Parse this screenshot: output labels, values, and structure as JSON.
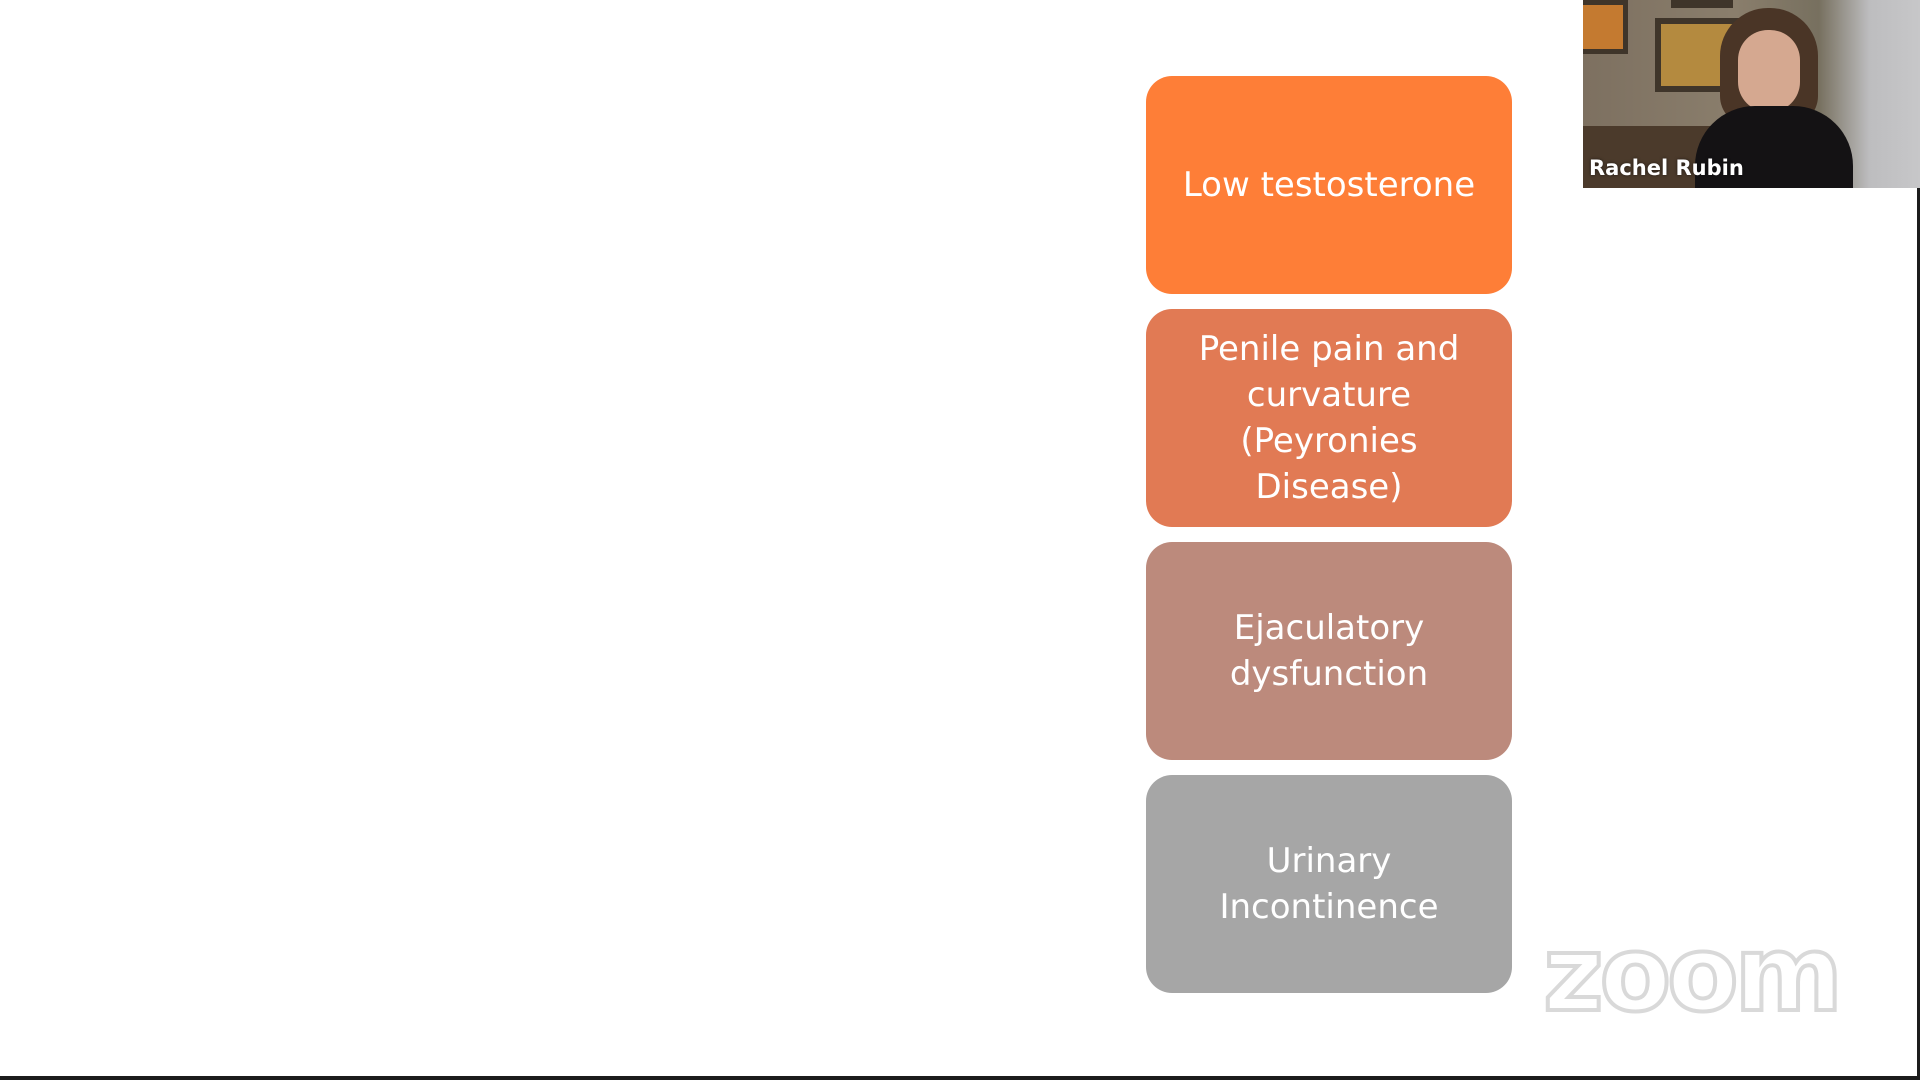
{
  "slide": {
    "boxes": [
      {
        "label": "Low testosterone",
        "color": "#fe7e37"
      },
      {
        "label": "Penile pain and\ncurvature\n(Peyronies\nDisease)",
        "color": "#e17a54"
      },
      {
        "label": "Ejaculatory\ndysfunction",
        "color": "#bc8a7c"
      },
      {
        "label": "Urinary\nIncontinence",
        "color": "#a6a6a6"
      }
    ]
  },
  "video": {
    "participant_name": "Rachel Rubin"
  },
  "watermark": {
    "text": "zoom"
  }
}
